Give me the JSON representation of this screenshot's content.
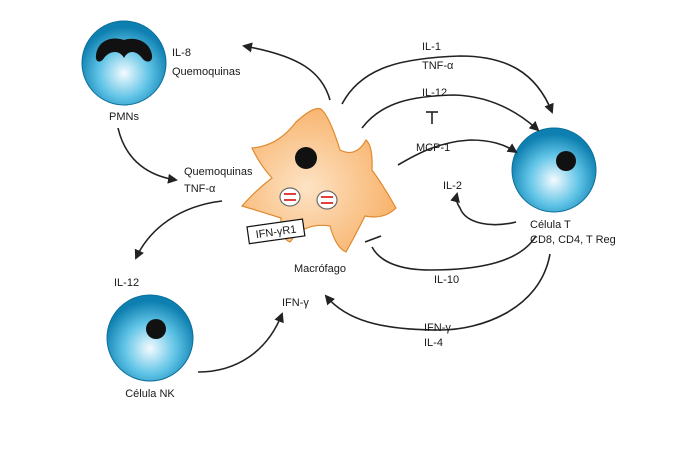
{
  "cells": {
    "pmn": {
      "label": "PMNs"
    },
    "macrophage": {
      "label": "Macrófago",
      "receptor": "IFN-γR1"
    },
    "t_cell": {
      "label": "Célula T",
      "sublabel": "CD8, CD4, T Reg"
    },
    "nk_cell": {
      "label": "Célula NK"
    }
  },
  "signals": {
    "il8": "IL-8",
    "quemoquinas_top": "Quemoquinas",
    "il1": "IL-1",
    "tnfa_top": "TNF-α",
    "il12_top": "IL-12",
    "mcp1": "MCP-1",
    "il2": "IL-2",
    "quemoquinas_mid": "Quemoquinas",
    "tnfa_mid": "TNF-α",
    "il12_left": "IL-12",
    "il10": "IL-10",
    "ifng_mid": "IFN-γ",
    "ifng_bottom": "IFN-γ",
    "il4": "IL-4"
  },
  "colors": {
    "cell_light": "#f4fbff",
    "cell_mid": "#5fc3e6",
    "cell_dark": "#0d7fb0",
    "macrophage_fill": "#f8b26a",
    "macrophage_core": "#fde3c5",
    "nucleus": "#111111",
    "granule_red": "#e0413a"
  }
}
